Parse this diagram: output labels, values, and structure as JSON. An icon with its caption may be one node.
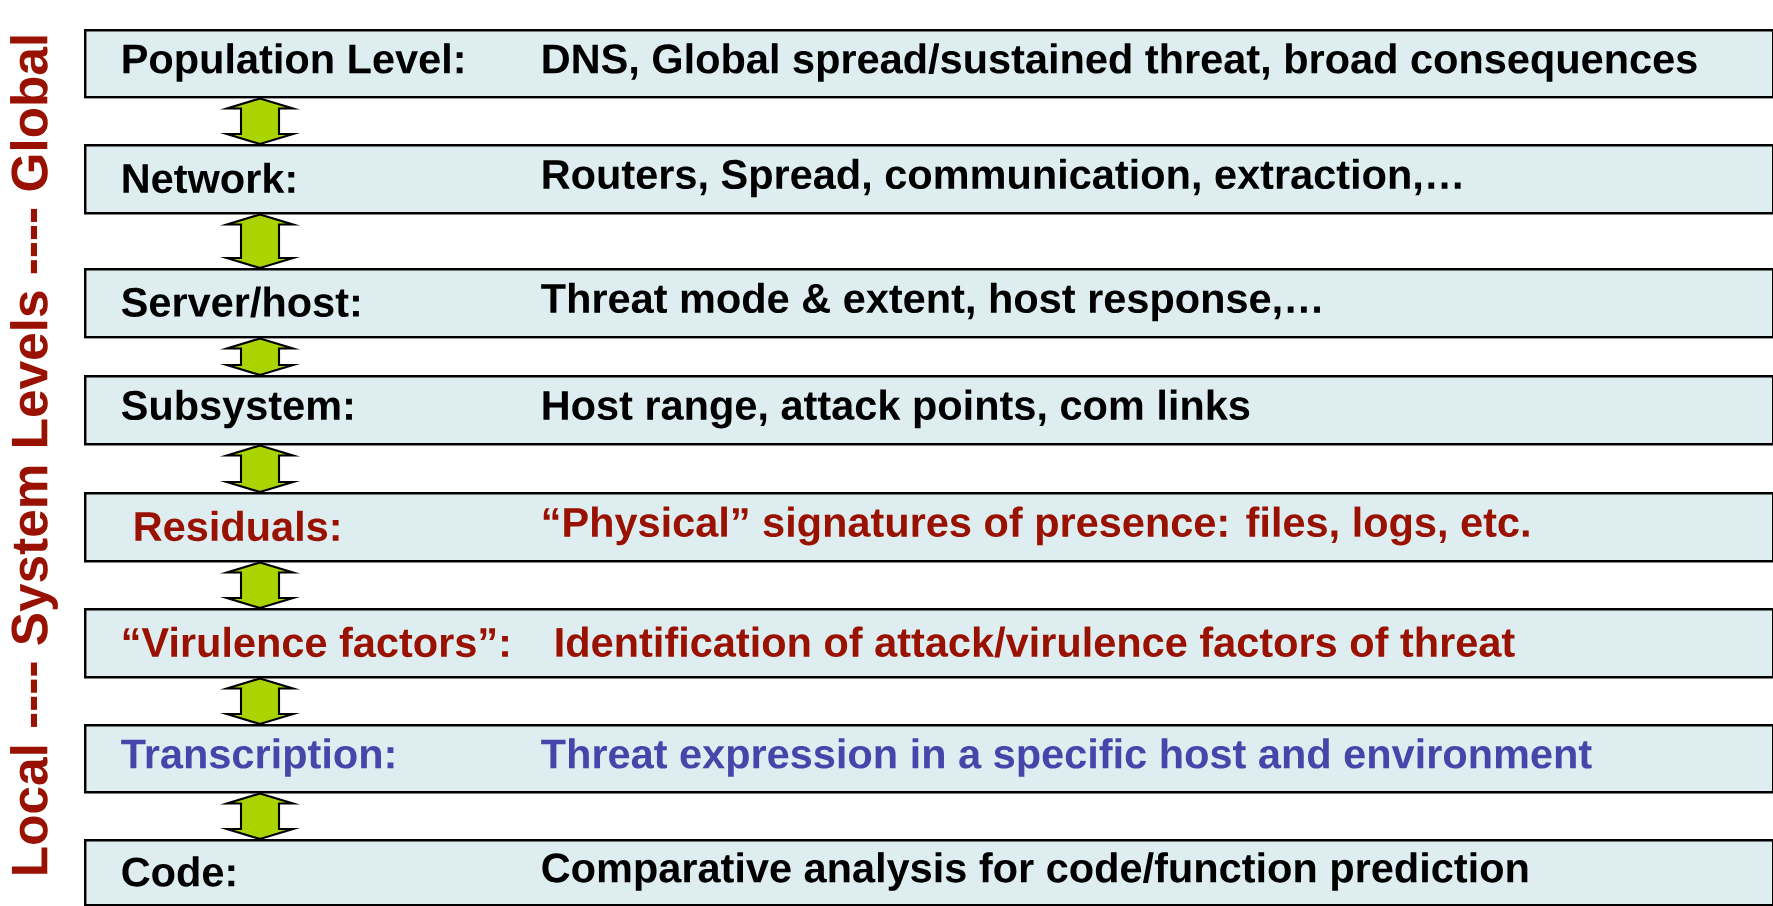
{
  "diagram": {
    "nodes": [
      {
        "text": [
          "Population Level:",
          "DNS, Global spread/sustained threat, broad consequences"
        ]
      },
      {
        "text": [
          "Network:",
          "Routers, Spread, communication, extraction,…"
        ]
      },
      {
        "text": [
          "Server/host:",
          "Threat mode & extent, host response,…"
        ]
      },
      {
        "text": [
          "Subsystem:",
          "Host range, attack points, com links"
        ]
      },
      {
        "text": [
          "Residuals:",
          "“Physical” signatures of presence: files, logs, etc."
        ]
      },
      {
        "text": [
          "“Virulence factors”:",
          "Identification of attack/virulence factors of threat"
        ]
      },
      {
        "text": [
          "Transcription:",
          "Threat expression in a specific host and environment"
        ]
      },
      {
        "text": [
          "Code:",
          "Comparative analysis for code/function prediction"
        ]
      }
    ],
    "edges": [
      {
        "from": 0,
        "to": 1,
        "arrow": "both"
      },
      {
        "from": 1,
        "to": 2,
        "arrow": "both"
      },
      {
        "from": 2,
        "to": 3,
        "arrow": "both"
      },
      {
        "from": 3,
        "to": 4,
        "arrow": "both"
      },
      {
        "from": 4,
        "to": 5,
        "arrow": "both"
      },
      {
        "from": 5,
        "to": 6,
        "arrow": "both"
      },
      {
        "from": 6,
        "to": 7,
        "arrow": "both"
      }
    ],
    "labels": [
      "Local ---- System Levels ---- Global"
    ]
  }
}
